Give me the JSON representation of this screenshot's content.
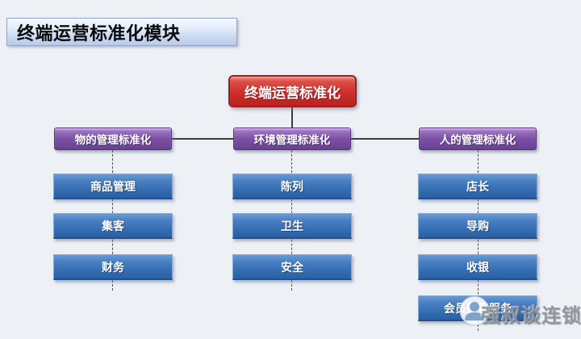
{
  "slide": {
    "title": "终端运营标准化模块",
    "background_color": "#edf1f6"
  },
  "diagram": {
    "type": "org-chart",
    "root": {
      "label": "终端运营标准化",
      "color": "#cf302d"
    },
    "branches": [
      {
        "label": "物的管理标准化",
        "color": "#7c52a6",
        "children": [
          {
            "label": "商品管理"
          },
          {
            "label": "集客"
          },
          {
            "label": "财务"
          }
        ]
      },
      {
        "label": "环境管理标准化",
        "color": "#7c52a6",
        "children": [
          {
            "label": "陈列"
          },
          {
            "label": "卫生"
          },
          {
            "label": "安全"
          }
        ]
      },
      {
        "label": "人的管理标准化",
        "color": "#7c52a6",
        "children": [
          {
            "label": "店长"
          },
          {
            "label": "导购"
          },
          {
            "label": "收银"
          },
          {
            "label": "会员顾客服务"
          }
        ]
      }
    ],
    "child_box_color": "#3a72b4",
    "connector_color": "#3c3c3c",
    "connector_styles": {
      "root_to_branch": "solid",
      "branch_to_children": "dashed"
    }
  },
  "watermark": {
    "text": "强叔谈连锁",
    "logo_icon": "person-badge-icon"
  }
}
